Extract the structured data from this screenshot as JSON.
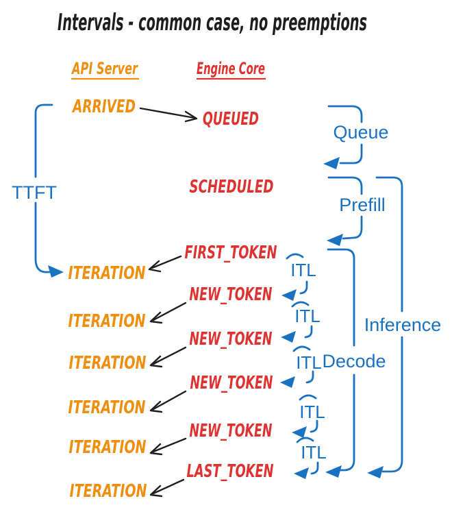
{
  "title": "Intervals - common case, no preemptions",
  "columns": {
    "api_server": {
      "header": "API Server"
    },
    "engine_core": {
      "header": "Engine Core"
    }
  },
  "events": {
    "arrived": "ARRIVED",
    "iteration": "ITERATION",
    "queued": "QUEUED",
    "scheduled": "SCHEDULED",
    "first_token": "FIRST_TOKEN",
    "new_token": "NEW_TOKEN",
    "last_token": "LAST_TOKEN"
  },
  "intervals": {
    "ttft": "TTFT",
    "queue": "Queue",
    "prefill": "Prefill",
    "itl": "ITL",
    "decode": "Decode",
    "inference": "Inference"
  },
  "counts": {
    "iteration_labels": 6,
    "new_token_labels": 4,
    "itl_segments": 5
  },
  "colors": {
    "api_server": "#ef8e0c",
    "engine_core": "#e03131",
    "interval": "#1971c2",
    "ink": "#1e1e1e",
    "background": "#ffffff"
  }
}
